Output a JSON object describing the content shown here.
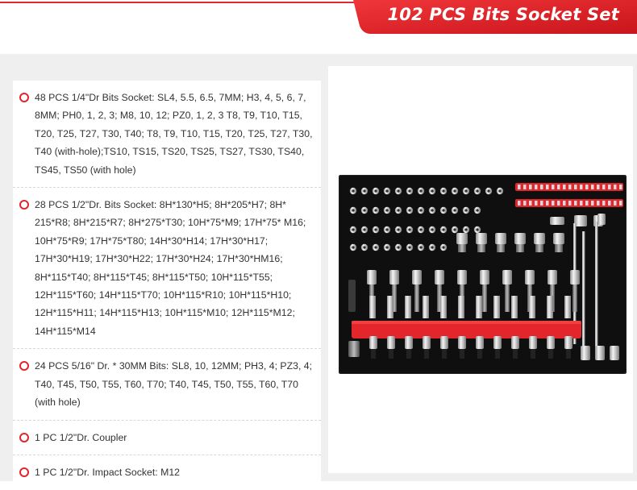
{
  "header": {
    "title": "102 PCS Bits Socket Set"
  },
  "specs": [
    {
      "text": "48 PCS 1/4\"Dr Bits Socket: SL4, 5.5, 6.5, 7MM; H3, 4, 5, 6, 7, 8MM; PH0, 1, 2, 3; M8, 10, 12; PZ0, 1, 2, 3 T8, T9, T10, T15, T20, T25, T27, T30, T40; T8, T9, T10, T15, T20, T25, T27, T30, T40 (with-hole);TS10, TS15, TS20, TS25, TS27, TS30, TS40, TS45, TS50 (with hole)"
    },
    {
      "text": "28 PCS 1/2\"Dr. Bits Socket: 8H*130*H5; 8H*205*H7; 8H* 215*R8; 8H*215*R7; 8H*275*T30; 10H*75*M9; 17H*75* M16; 10H*75*R9; 17H*75*T80; 14H*30*H14; 17H*30*H17; 17H*30*H19; 17H*30*H22; 17H*30*H24; 17H*30*HM16; 8H*115*T40; 8H*115*T45; 8H*115*T50; 10H*115*T55; 12H*115*T60; 14H*115*T70; 10H*115*R10; 10H*115*H10; 12H*115*H11; 14H*115*H13; 10H*115*M10; 12H*115*M12; 14H*115*M14"
    },
    {
      "text": "24 PCS 5/16\" Dr. * 30MM Bits: SL8, 10, 12MM; PH3, 4; PZ3, 4; T40, T45, T50, T55, T60, T70; T40, T45, T50, T55, T60, T70 (with hole)"
    },
    {
      "text": "1 PC 1/2\"Dr. Coupler"
    },
    {
      "text": "1 PC 1/2\"Dr. Impact Socket: M12"
    }
  ],
  "colors": {
    "accent": "#e3262b",
    "panel": "#efefef",
    "tray": "#0f0f0f",
    "text": "#333333"
  },
  "image": {
    "subject": "tool-tray-photo"
  }
}
